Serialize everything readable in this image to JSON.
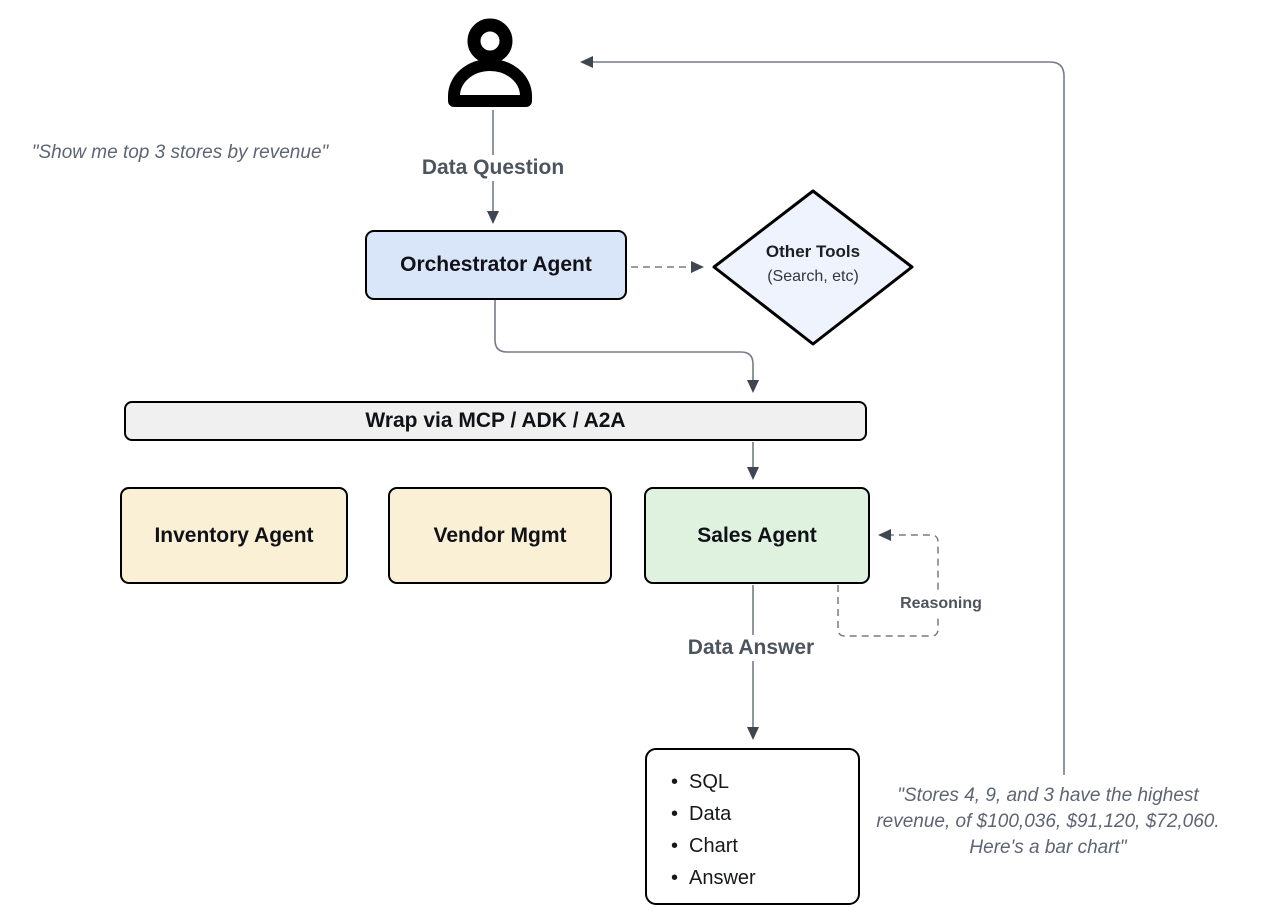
{
  "title": "Agent orchestration flow diagram",
  "quotes": {
    "left": "\"Show me top 3 stores by revenue\"",
    "right": {
      "lines": [
        "\"Stores 4, 9, and 3 have the highest",
        "revenue, of $100,036, $91,120, $72,060.",
        "Here's a bar chart\""
      ]
    }
  },
  "labels": {
    "data_question": "Data Question",
    "data_answer": "Data Answer",
    "reasoning": "Reasoning"
  },
  "nodes": {
    "orchestrator": {
      "label": "Orchestrator Agent"
    },
    "other_tools": {
      "title": "Other Tools",
      "subtitle": "(Search, etc)"
    },
    "wrap_bar": {
      "label": "Wrap via MCP / ADK / A2A"
    },
    "inventory": {
      "label": "Inventory Agent"
    },
    "vendor": {
      "label": "Vendor Mgmt"
    },
    "sales": {
      "label": "Sales Agent"
    },
    "output": {
      "items": [
        "SQL",
        "Data",
        "Chart",
        "Answer"
      ]
    }
  },
  "icons": {
    "user": "user-icon"
  },
  "colors": {
    "orchestrator-fill": "#d9e5f8",
    "diamond-fill": "#eef3fd",
    "agent-yellow-fill": "#faf0d6",
    "agent-green-fill": "#def2df",
    "bar-fill": "#f0f0f0",
    "node-border": "#000000",
    "connector": "#757c87",
    "arrowhead": "#3f4650",
    "label-text": "#4d545e",
    "quote-text": "#5d6573"
  }
}
